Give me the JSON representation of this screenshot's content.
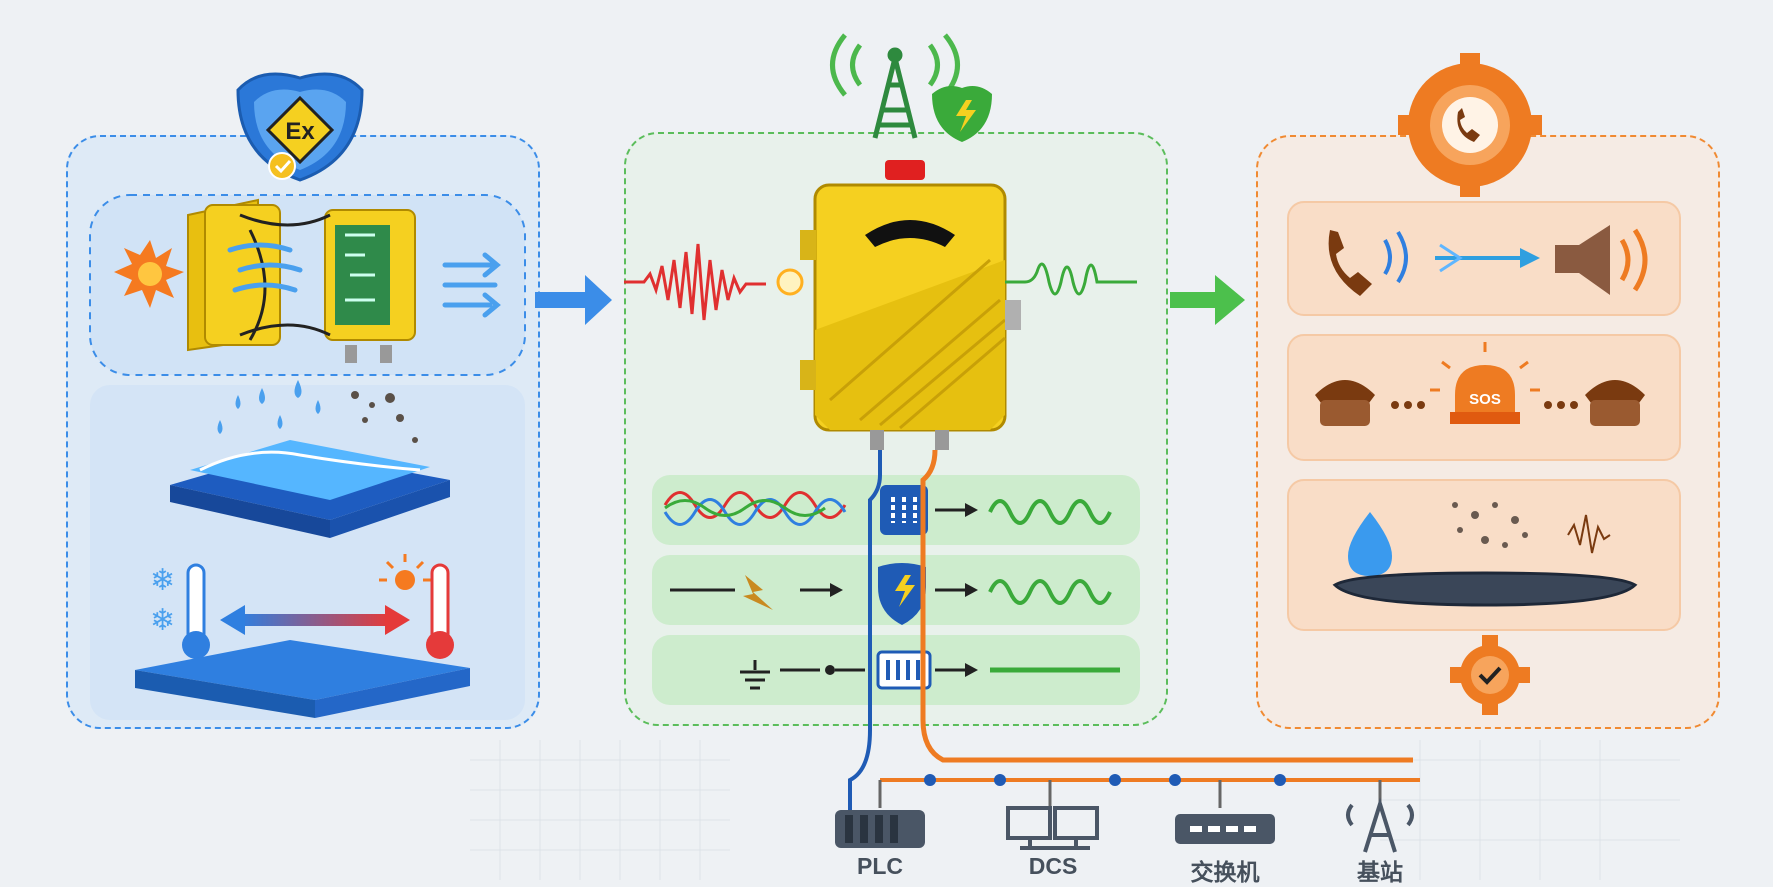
{
  "colors": {
    "blue": "#2f7fe0",
    "green": "#3aaa3a",
    "orange": "#ee7b22",
    "yellow": "#f5d020",
    "red": "#e03030"
  },
  "badges": {
    "ex_badge": "Ex",
    "sos_badge": "SOS"
  },
  "network": {
    "nodes": [
      {
        "label": "PLC",
        "icon": "plc-icon"
      },
      {
        "label": "DCS",
        "icon": "dcs-monitors-icon"
      },
      {
        "label": "交换机",
        "icon": "network-switch-icon"
      },
      {
        "label": "基站",
        "icon": "base-station-icon"
      }
    ]
  }
}
